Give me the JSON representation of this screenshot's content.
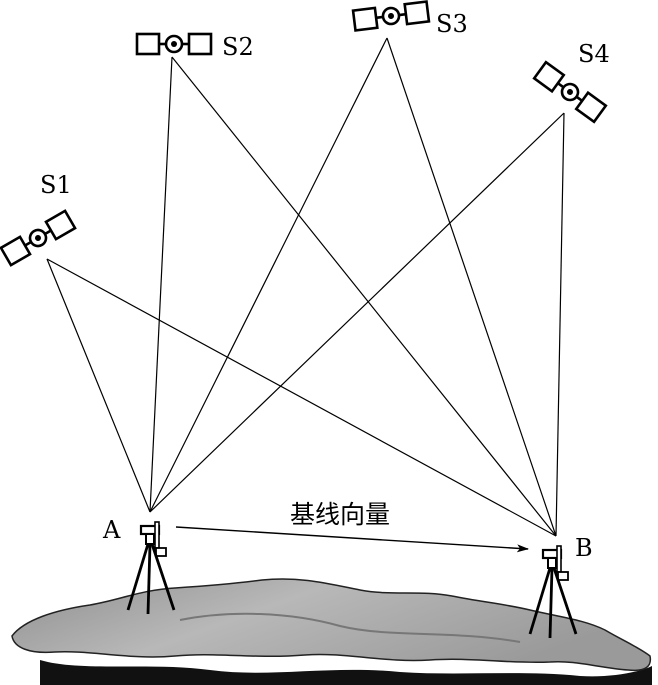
{
  "satellites": {
    "s1": {
      "label": "S1"
    },
    "s2": {
      "label": "S2"
    },
    "s3": {
      "label": "S3"
    },
    "s4": {
      "label": "S4"
    }
  },
  "stations": {
    "a": {
      "label": "A"
    },
    "b": {
      "label": "B"
    }
  },
  "baseline": {
    "label": "基线向量"
  },
  "colors": {
    "line": "#000000",
    "terrain_light": "#a9a9a9",
    "terrain_dark": "#1a1a1a"
  }
}
